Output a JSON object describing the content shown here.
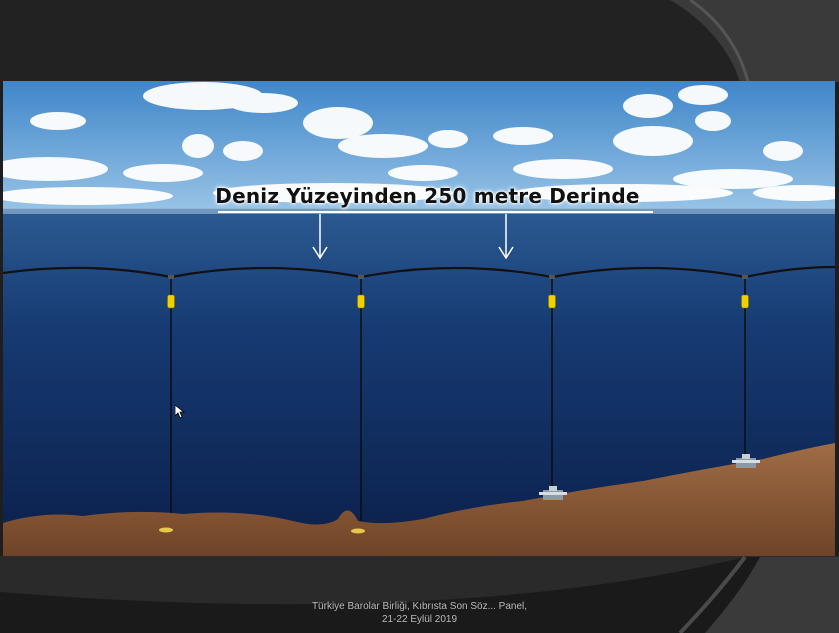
{
  "slide": {
    "headline": "Deniz Yüzeyinden 250 metre Derinde",
    "footer_line1": "Türkiye Barolar Birliği, Kıbrısta Son Söz...  Panel,",
    "footer_line2": "21-22 Eylül 2019"
  },
  "icons": [
    "mouse-cursor-icon",
    "down-arrow-icon",
    "buoy-icon",
    "seabed-anchor-icon"
  ],
  "colors": {
    "frame_dark": "#222222",
    "sea_deep": "#0e2452",
    "sea_surface": "#2b5a93",
    "seabed": "#8a5a3a",
    "buoy": "#f2d000",
    "sky": "#5f9fd6"
  }
}
